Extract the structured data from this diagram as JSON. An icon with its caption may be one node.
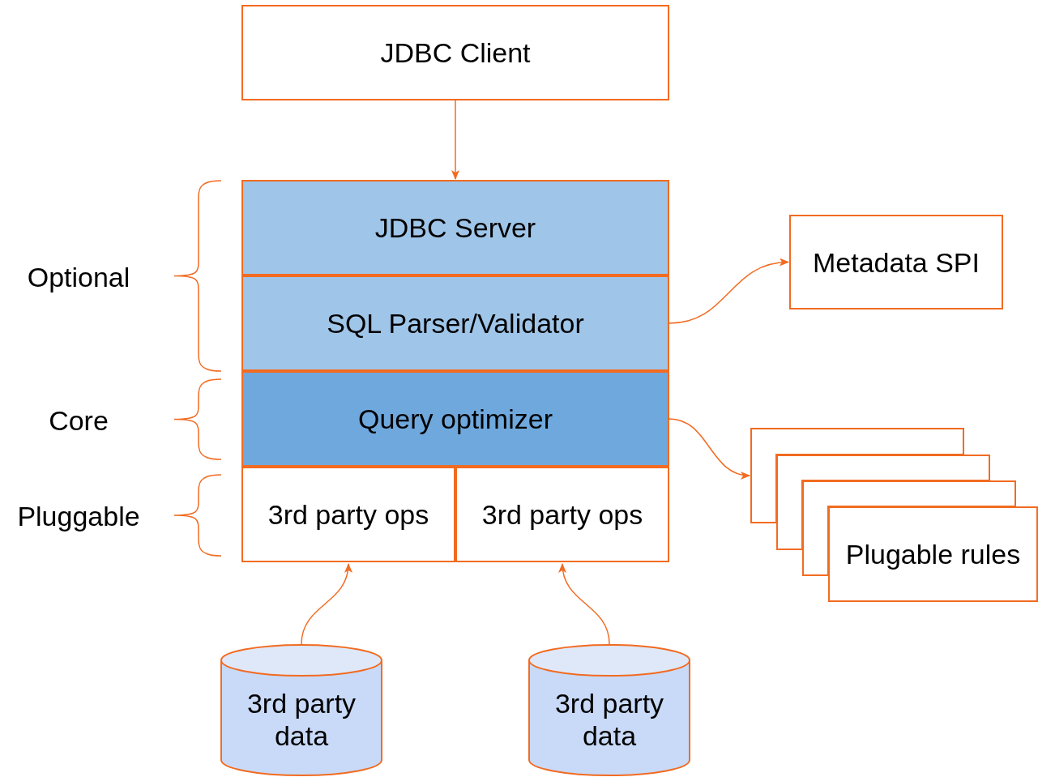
{
  "diagram": {
    "nodes": [
      {
        "text": [
          "JDBC Client"
        ]
      },
      {
        "text": [
          "JDBC Server"
        ]
      },
      {
        "text": [
          "SQL Parser/Validator"
        ]
      },
      {
        "text": [
          "Query optimizer"
        ]
      },
      {
        "text": [
          "3rd party ops"
        ]
      },
      {
        "text": [
          "3rd party ops"
        ]
      },
      {
        "text": [
          "Metadata SPI"
        ]
      },
      {
        "text": [],
        "shape": "box"
      },
      {
        "text": [],
        "shape": "box"
      },
      {
        "text": [],
        "shape": "box"
      },
      {
        "text": [
          "Plugable rules"
        ]
      },
      {
        "text": [
          "3rd party data"
        ]
      },
      {
        "text": [
          "3rd party data"
        ]
      }
    ],
    "edges": [
      {
        "from": 0,
        "to": 1,
        "arrow": "to"
      },
      {
        "from": 2,
        "to": 6,
        "arrow": "to"
      },
      {
        "from": 3,
        "to": 7,
        "arrow": "to"
      },
      {
        "from": 11,
        "to": 4,
        "arrow": "to"
      },
      {
        "from": 12,
        "to": 5,
        "arrow": "to"
      }
    ],
    "labels": [
      "Optional",
      "Core",
      "Pluggable"
    ]
  }
}
